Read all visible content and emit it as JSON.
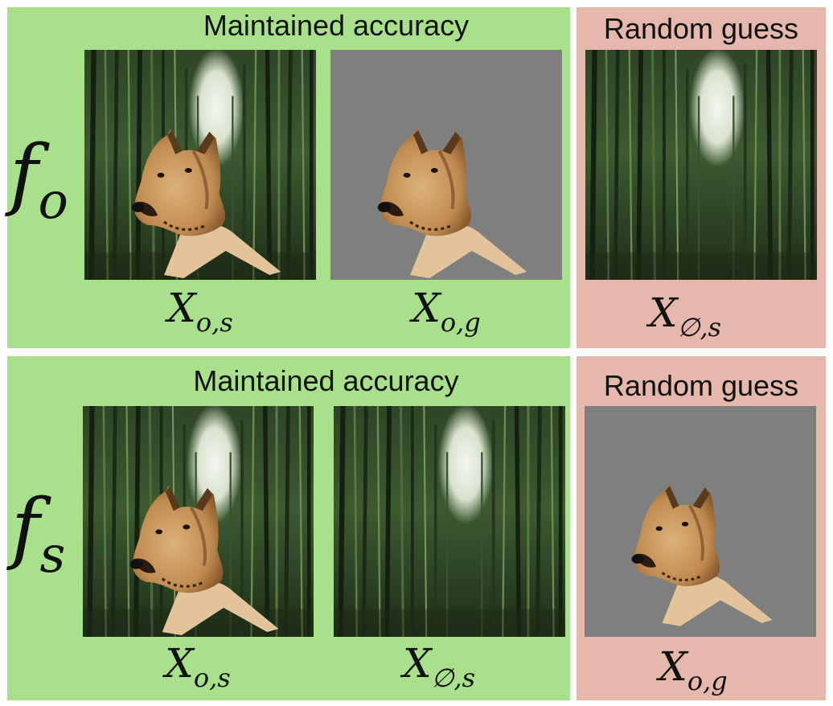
{
  "rows": [
    {
      "model": {
        "base": "f",
        "sub": "o"
      },
      "left_panel": {
        "header": "Maintained accuracy",
        "items": [
          {
            "image": "dog-on-bamboo-forest",
            "caption": {
              "base": "X",
              "sub": "o,s"
            }
          },
          {
            "image": "dog-on-gray-background",
            "caption": {
              "base": "X",
              "sub": "o,g"
            }
          }
        ]
      },
      "right_panel": {
        "header": "Random guess",
        "items": [
          {
            "image": "bamboo-forest-only",
            "caption": {
              "base": "X",
              "sub": "∅,s"
            }
          }
        ]
      }
    },
    {
      "model": {
        "base": "f",
        "sub": "s"
      },
      "left_panel": {
        "header": "Maintained accuracy",
        "items": [
          {
            "image": "dog-on-bamboo-forest",
            "caption": {
              "base": "X",
              "sub": "o,s"
            }
          },
          {
            "image": "bamboo-forest-only",
            "caption": {
              "base": "X",
              "sub": "∅,s"
            }
          }
        ]
      },
      "right_panel": {
        "header": "Random guess",
        "items": [
          {
            "image": "dog-on-gray-background",
            "caption": {
              "base": "X",
              "sub": "o,g"
            }
          }
        ]
      }
    }
  ],
  "colors": {
    "maintained_panel": "#a8e08b",
    "random_panel": "#e6b7ab",
    "gray_background": "#7f7f7f"
  }
}
